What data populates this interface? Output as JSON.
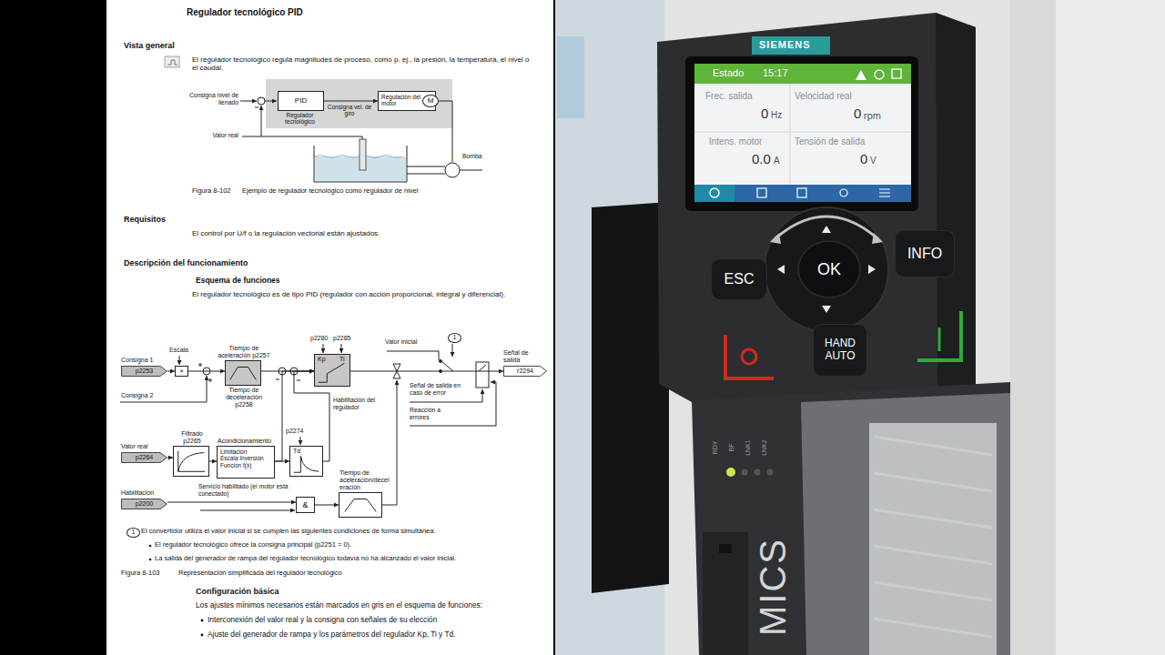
{
  "diagram": {
    "title": "Regulador tecnológico PID",
    "nodes": [
      {
        "text": [
          "PID",
          "Regulador tecnológico"
        ]
      },
      {
        "text": [
          "Regulación del motor"
        ]
      },
      {
        "text": [
          "M"
        ],
        "in": 1
      },
      {
        "text": [
          "Consigna 1",
          "p2253"
        ]
      },
      {
        "text": [
          "×"
        ]
      },
      {
        "text": [
          "Tiempo de aceleración p2257",
          "Tiempo de deceleración p2258"
        ]
      },
      {
        "text": [
          "Kp",
          "Ti"
        ]
      },
      {
        "text": [
          "Valor real",
          "p2264"
        ]
      },
      {
        "text": [
          "Filtrado p2265"
        ]
      },
      {
        "text": [
          "Acondicionamiento",
          "Limitación Escala Inversión Función f(x)"
        ]
      },
      {
        "text": [
          "Td"
        ]
      },
      {
        "text": [
          "Habilitación",
          "p2200"
        ]
      },
      {
        "text": [
          "&"
        ]
      },
      {
        "text": [
          "Tiempo de aceleración/deceleración"
        ]
      },
      {
        "text": [
          "1"
        ]
      },
      {
        "text": [
          "Señal de salida",
          "r2294"
        ]
      },
      {
        "text": [
          "1"
        ]
      },
      {
        "text": [
          "ESC"
        ]
      },
      {
        "text": [
          "OK"
        ]
      },
      {
        "text": [
          "INFO"
        ]
      },
      {
        "text": [
          "HAND AUTO"
        ]
      }
    ],
    "edges": [
      {
        "from": 0,
        "to": 1,
        "label": "Consigna vel. de giro",
        "arrow": "to"
      },
      {
        "from": 3,
        "to": 4,
        "arrow": "to"
      },
      {
        "from": 4,
        "to": 5,
        "arrow": "to"
      },
      {
        "from": 5,
        "to": 6,
        "arrow": "to"
      },
      {
        "from": 6,
        "to": 15,
        "arrow": "to"
      },
      {
        "from": 7,
        "to": 8,
        "arrow": "to"
      },
      {
        "from": 8,
        "to": 9,
        "arrow": "to"
      },
      {
        "from": 9,
        "to": 10,
        "arrow": "to"
      },
      {
        "from": 9,
        "to": 6,
        "arrow": "to"
      },
      {
        "from": 10,
        "to": 6,
        "arrow": "to"
      },
      {
        "from": 11,
        "to": 12,
        "arrow": "to"
      },
      {
        "from": 12,
        "to": 13,
        "arrow": "to"
      }
    ],
    "labels": [
      "Vista general",
      "El regulador tecnológico regula magnitudes de proceso, como p. ej., la presión, la temperatura, el nivel o el caudal.",
      "Consigna nivel de llenado",
      "Valor real",
      "Bomba",
      "Figura 8-102",
      "Ejemplo de regulador tecnológico como regulador de nivel",
      "Requisitos",
      "El control por U/f o la regulación vectorial están ajustados.",
      "Descripción del funcionamiento",
      "Esquema de funciones",
      "El regulador tecnológico es de tipo PID (regulador con acción proporcional, integral y diferencial).",
      "Escala",
      "p2280",
      "p2285",
      "Valor inicial",
      "Consigna 2",
      "Habilitación del regulador",
      "Señal de salida en caso de error",
      "Reacción a errores",
      "p2274",
      "Servicio habilitado (el motor está conectado)",
      "El convertidor utiliza el valor inicial si se cumplen las siguientes condiciones de forma simultánea:",
      "El regulador tecnológico ofrece la consigna principal (p2251 = 0).",
      "La salida del generador de rampa del regulador tecnológico todavía no ha alcanzado el valor inicial.",
      "Figura 8-103",
      "Representación simplificada del regulador tecnológico",
      "Configuración básica",
      "Los ajustes mínimos necesarios están marcados en gris en el esquema de funciones:",
      "Interconexión del valor real y la consigna con señales de su elección",
      "Ajuste del generador de rampa y los parámetros del regulador Kp, Ti y Td.",
      "SIEMENS",
      "Estado",
      "15:17",
      "Frec. salida",
      "0",
      "Hz",
      "Velocidad real",
      "0",
      "rpm",
      "Intens. motor",
      "0.0",
      "A",
      "Tensión de salida",
      "0",
      "V",
      "RDY",
      "BF",
      "LNK1",
      "LNK2",
      "MICS"
    ]
  }
}
